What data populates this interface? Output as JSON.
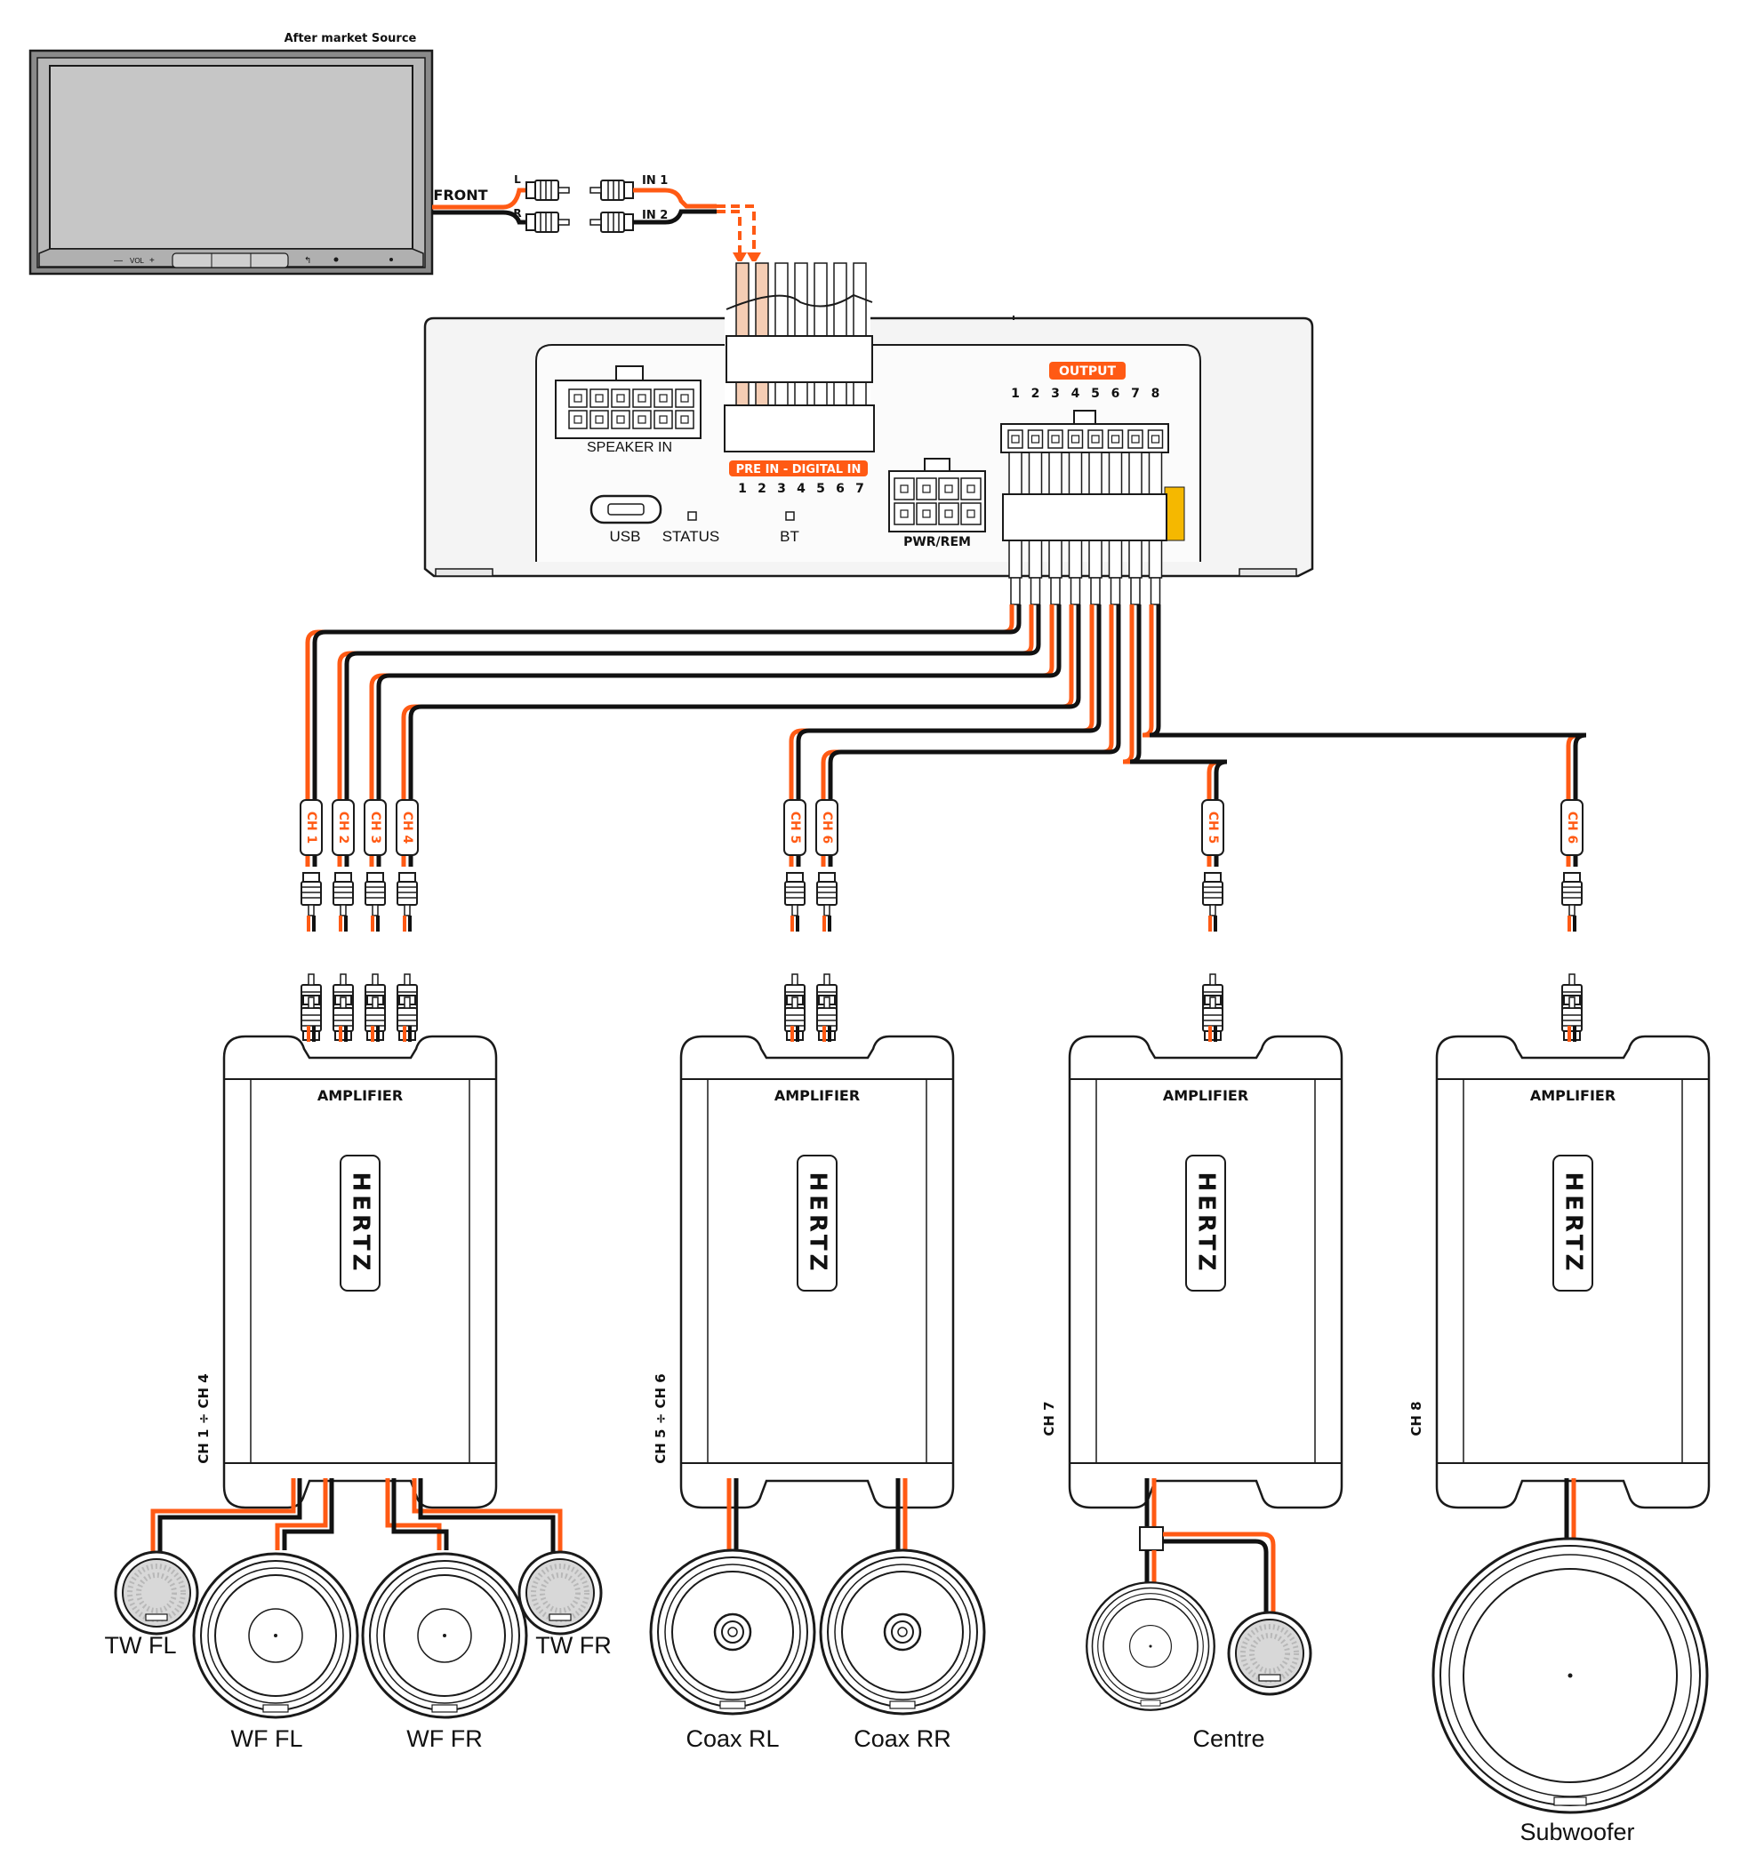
{
  "colors": {
    "accent": "#ff5a14",
    "line": "#1a1a1a",
    "panel_fill": "#f4f4f4",
    "screen_fill": "#c6c6c6",
    "head_unit_fill": "#8a8a8a"
  },
  "source": {
    "title": "After market Source",
    "output_label": "FRONT",
    "left_label": "L",
    "right_label": "R"
  },
  "inputs": {
    "in1": "IN 1",
    "in2": "IN 2"
  },
  "dsp": {
    "speaker_in": "SPEAKER IN",
    "usb": "USB",
    "status": "STATUS",
    "bt": "BT",
    "pwr_rem": "PWR/REM",
    "pre_in_digital_in": "PRE  IN - DIGITAL IN",
    "pre_in_numbers": [
      "1",
      "2",
      "3",
      "4",
      "5",
      "6",
      "7"
    ],
    "output": "OUTPUT",
    "output_numbers": [
      "1",
      "2",
      "3",
      "4",
      "5",
      "6",
      "7",
      "8"
    ]
  },
  "channel_tags": [
    {
      "id": "ch1",
      "label": "CH 1"
    },
    {
      "id": "ch2",
      "label": "CH 2"
    },
    {
      "id": "ch3",
      "label": "CH 3"
    },
    {
      "id": "ch4",
      "label": "CH 4"
    },
    {
      "id": "ch5a",
      "label": "CH 5"
    },
    {
      "id": "ch6a",
      "label": "CH 6"
    },
    {
      "id": "ch5b",
      "label": "CH 5"
    },
    {
      "id": "ch6b",
      "label": "CH 6"
    }
  ],
  "amplifiers": [
    {
      "title": "AMPLIFIER",
      "brand": "HERTZ",
      "channels": "CH 1 ÷ CH 4"
    },
    {
      "title": "AMPLIFIER",
      "brand": "HERTZ",
      "channels": "CH 5 ÷ CH 6"
    },
    {
      "title": "AMPLIFIER",
      "brand": "HERTZ",
      "channels": "CH 7"
    },
    {
      "title": "AMPLIFIER",
      "brand": "HERTZ",
      "channels": "CH 8"
    }
  ],
  "speakers": {
    "tw_fl": "TW FL",
    "wf_fl": "WF FL",
    "wf_fr": "WF FR",
    "tw_fr": "TW FR",
    "coax_rl": "Coax RL",
    "coax_rr": "Coax RR",
    "centre": "Centre",
    "subwoofer": "Subwoofer"
  }
}
